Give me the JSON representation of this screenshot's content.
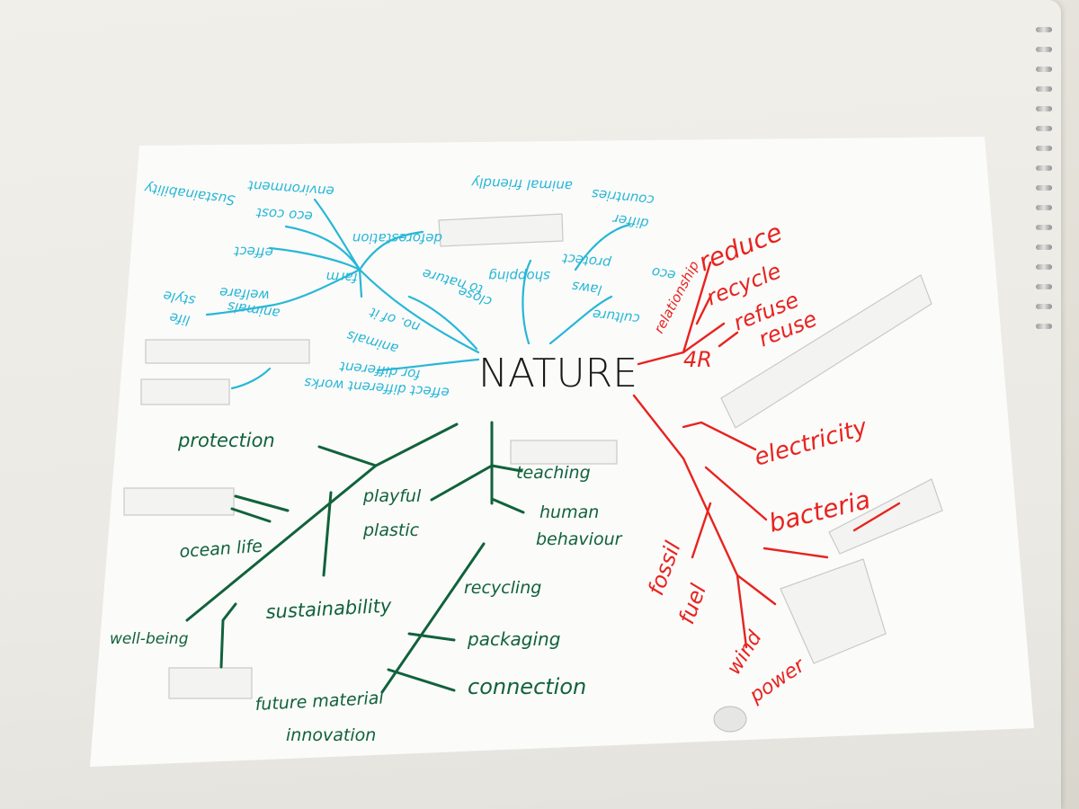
{
  "title": "NATURE",
  "colors": {
    "blue": "#27b7d6",
    "green": "#11623a",
    "red": "#e8231e",
    "black": "#1a1a1a"
  },
  "blue_words": {
    "sustainability": "Sustainability",
    "environment": "environment",
    "eco_cost": "eco cost",
    "deforestation": "deforestation",
    "animal_friendly": "animal friendly",
    "countries": "countries",
    "differ": "differ",
    "effect": "effect",
    "farm": "farm",
    "shopping": "shopping",
    "protect": "protect",
    "laws": "laws",
    "eco": "eco",
    "life": "life",
    "style": "style",
    "welfare": "welfare",
    "animals": "animals",
    "close": "close",
    "to_nature": "to nature",
    "culture": "culture",
    "no_of_it": "no. of it",
    "animals_2": "animals",
    "for_different": "for different",
    "effect_different_works": "effect different works"
  },
  "green_words": {
    "protection": "protection",
    "playful": "playful",
    "teaching": "teaching",
    "plastic": "plastic",
    "human": "human",
    "behaviour": "behaviour",
    "ocean_life": "ocean life",
    "recycling": "recycling",
    "sustainability": "sustainability",
    "well_being": "well-being",
    "packaging": "packaging",
    "connection": "connection",
    "future_material": "future material",
    "innovation": "innovation"
  },
  "red_words": {
    "reduce": "reduce",
    "relationship": "relationship",
    "recycle": "recycle",
    "refuse": "refuse",
    "reuse": "reuse",
    "four_r": "4R",
    "electricity": "electricity",
    "bacteria": "bacteria",
    "fossil": "fossil",
    "fuel": "fuel",
    "wind": "wind",
    "power": "power"
  }
}
